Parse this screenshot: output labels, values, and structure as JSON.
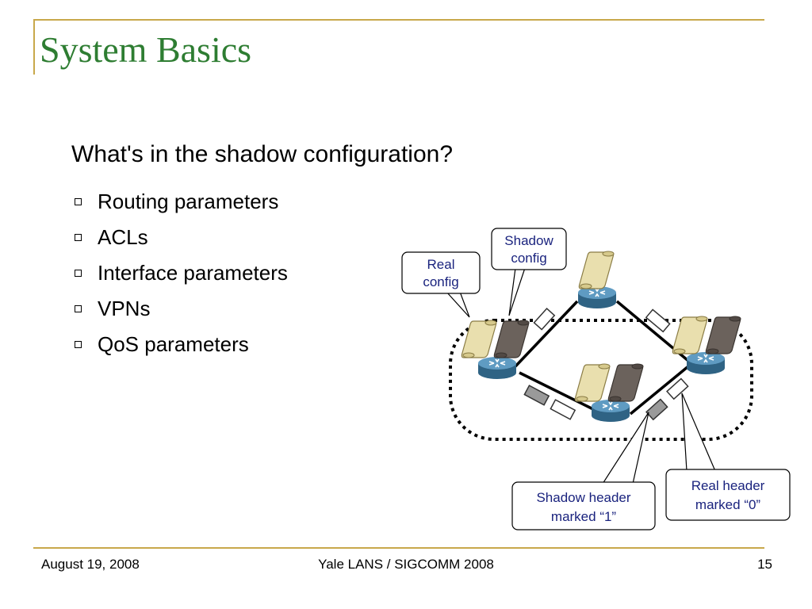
{
  "slide": {
    "title": "System Basics",
    "lead": "What's in the shadow configuration?",
    "bullets": [
      "Routing parameters",
      "ACLs",
      "Interface parameters",
      "VPNs",
      "QoS parameters"
    ]
  },
  "diagram": {
    "callouts": {
      "real_config": [
        "Real",
        "config"
      ],
      "shadow_config": [
        "Shadow",
        "config"
      ],
      "shadow_header": [
        "Shadow header",
        "marked “1”"
      ],
      "real_header": [
        "Real header",
        "marked “0”"
      ]
    },
    "colors": {
      "real_config": "#e9dfae",
      "shadow_config": "#6b625c",
      "router": "#3f7ea6",
      "callout_text": "#1a237e"
    }
  },
  "footer": {
    "date": "August 19, 2008",
    "center": "Yale LANS / SIGCOMM 2008",
    "page": "15"
  }
}
